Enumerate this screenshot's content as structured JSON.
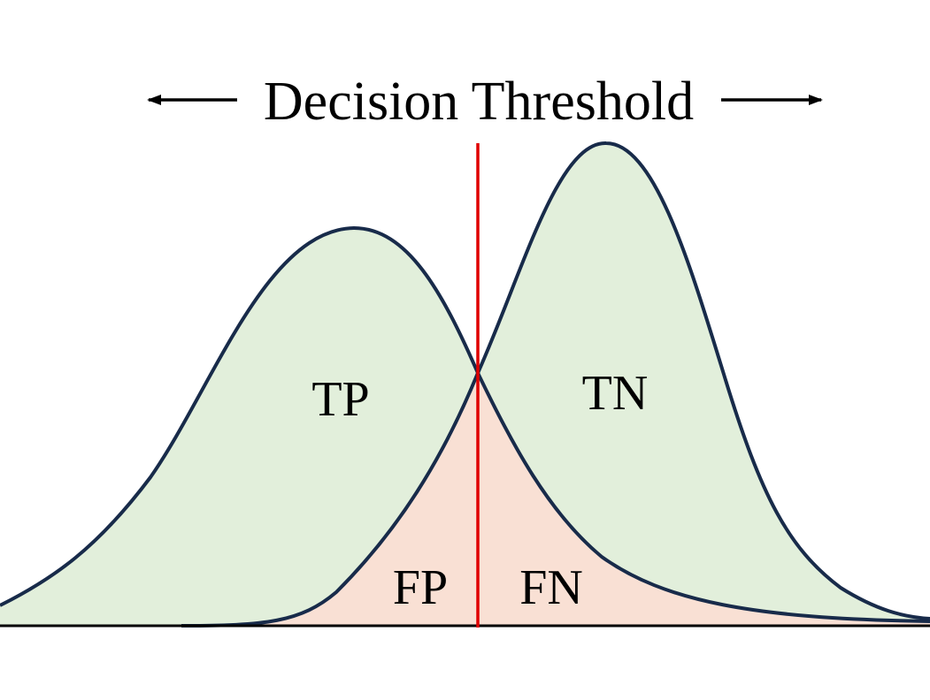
{
  "title": "Decision Threshold",
  "regions": {
    "tp": "TP",
    "tn": "TN",
    "fp": "FP",
    "fn": "FN"
  },
  "colors": {
    "correct_fill": "#e2efdb",
    "error_fill": "#f9e0d4",
    "curve_stroke": "#182b4a",
    "threshold_line": "#e00000",
    "baseline": "#000000",
    "text": "#000000"
  },
  "icons": {
    "left_arrow": "arrow-left",
    "right_arrow": "arrow-right"
  }
}
